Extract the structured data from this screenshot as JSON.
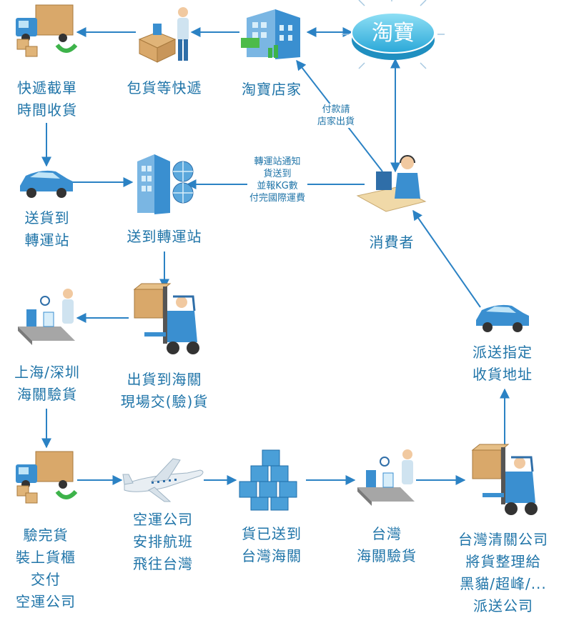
{
  "taobao_badge": "淘寶",
  "nodes": {
    "courier_pickup": [
      "快遞截單",
      "時間收貨"
    ],
    "package_wait": [
      "包貨等快遞"
    ],
    "taobao_store": [
      "淘寶店家"
    ],
    "deliver_hub": [
      "送貨到",
      "轉運站"
    ],
    "hub": [
      "送到轉運站"
    ],
    "consumer": [
      "消費者"
    ],
    "customs_inspect_cn": [
      "上海/深圳",
      "海關驗貨"
    ],
    "ship_to_customs": [
      "出貨到海關",
      "現場交(驗)貨"
    ],
    "deliver_address": [
      "派送指定",
      "收貨地址"
    ],
    "load_container": [
      "驗完貨",
      "裝上貨櫃",
      "交付",
      "空運公司"
    ],
    "airline": [
      "空運公司",
      "安排航班",
      "飛往台灣"
    ],
    "tw_customs_arrive": [
      "貨已送到",
      "台灣海關"
    ],
    "tw_customs_inspect": [
      "台灣",
      "海關驗貨"
    ],
    "tw_clearance": [
      "台灣清關公司",
      "將貨整理給",
      "黑貓/超峰/...",
      "派送公司"
    ]
  },
  "notes": {
    "pay": [
      "付款請",
      "店家出貨"
    ],
    "notify": [
      "轉運站通知",
      "貨送到",
      "並報KG數",
      "付完國際運費"
    ]
  },
  "colors": {
    "arrow": "#2b82c4",
    "text": "#1f74a8",
    "icon_blue": "#3a8fd0",
    "box_tan": "#d9a86a",
    "cloud": "#5ec8e8"
  }
}
